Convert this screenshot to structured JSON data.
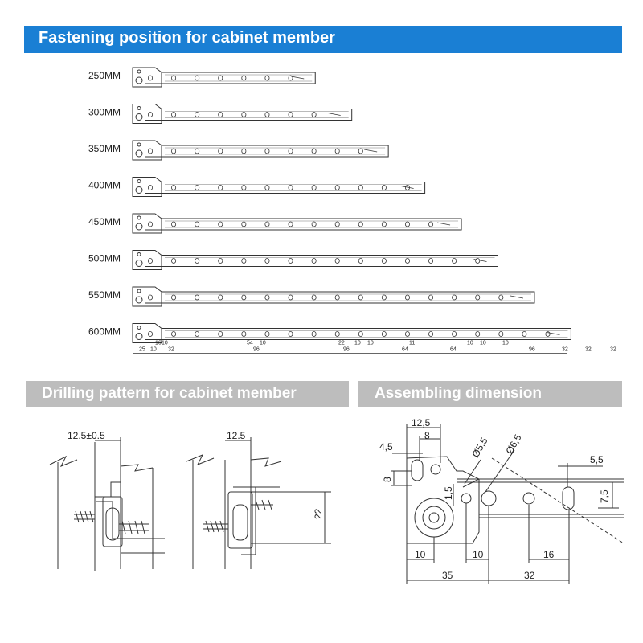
{
  "titles": {
    "fastening": "Fastening position for cabinet member",
    "drilling": "Drilling pattern for cabinet member",
    "assembling": "Assembling dimension"
  },
  "colors": {
    "banner_blue": "#1a7fd4",
    "banner_gray": "#bdbdbd",
    "line": "#333333"
  },
  "rails": [
    {
      "size": "250MM",
      "length_mm": 250
    },
    {
      "size": "300MM",
      "length_mm": 300
    },
    {
      "size": "350MM",
      "length_mm": 350
    },
    {
      "size": "400MM",
      "length_mm": 400
    },
    {
      "size": "450MM",
      "length_mm": 450
    },
    {
      "size": "500MM",
      "length_mm": 500
    },
    {
      "size": "550MM",
      "length_mm": 550
    },
    {
      "size": "600MM",
      "length_mm": 600
    }
  ],
  "rail_600_dims": {
    "upper": [
      "16",
      "10",
      "54",
      "10",
      "22",
      "10",
      "10",
      "11",
      "10",
      "10",
      "10"
    ],
    "lower": [
      "25",
      "10",
      "32",
      "96",
      "96",
      "64",
      "64",
      "96",
      "32",
      "32",
      "32"
    ]
  },
  "drilling": {
    "left_dim": "12.5±0.5",
    "right_dim": "12.5",
    "height_dim": "22"
  },
  "assembling": {
    "d_12_5": "12,5",
    "d_8_top": "8",
    "d_4_5": "4,5",
    "d_8_side": "8",
    "d_1_5": "1,5",
    "dia_5_5": "Ø5,5",
    "dia_6_5": "Ø6,5",
    "d_5_5": "5,5",
    "d_7_5": "7,5",
    "d_10_a": "10",
    "d_10_b": "10",
    "d_16": "16",
    "d_35": "35",
    "d_32": "32"
  }
}
